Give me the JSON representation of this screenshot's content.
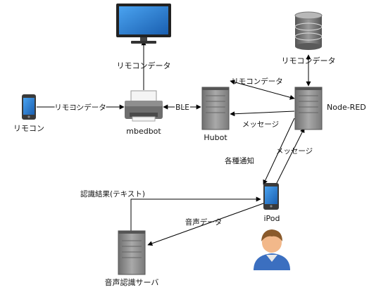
{
  "nodes": {
    "monitor": {
      "label": "リモコンデータ"
    },
    "remote": {
      "label": "リモコン"
    },
    "mbedbot": {
      "label": "mbedbot"
    },
    "hubot": {
      "label": "Hubot"
    },
    "db": {
      "label": "リモコンデータ"
    },
    "nodered": {
      "label": "Node-RED"
    },
    "ipod": {
      "label": "iPod"
    },
    "speech_server": {
      "label": "音声認識サーバ"
    }
  },
  "edges": {
    "remote_to_mbedbot": "リモコンデータ",
    "mbedbot_hubot": "BLE",
    "hubot_nodered": "リモコンデータ",
    "nodered_to_hubot": "メッセージ",
    "nodered_to_ipod": "各種通知",
    "ipod_to_nodered": "メッセージ",
    "recognition_result": "認識結果(テキスト)",
    "voice_data": "音声データ"
  },
  "icons": {
    "monitor": "monitor-icon",
    "phone": "phone-icon",
    "printer": "printer-icon",
    "server": "server-icon",
    "database": "database-icon",
    "user": "user-icon"
  },
  "colors": {
    "arrow": "#000000",
    "screen_blue": "#2c7fd8",
    "server_gray": "#8a8a8a",
    "user_shirt": "#3b6fc0",
    "user_skin": "#f2b88a"
  }
}
